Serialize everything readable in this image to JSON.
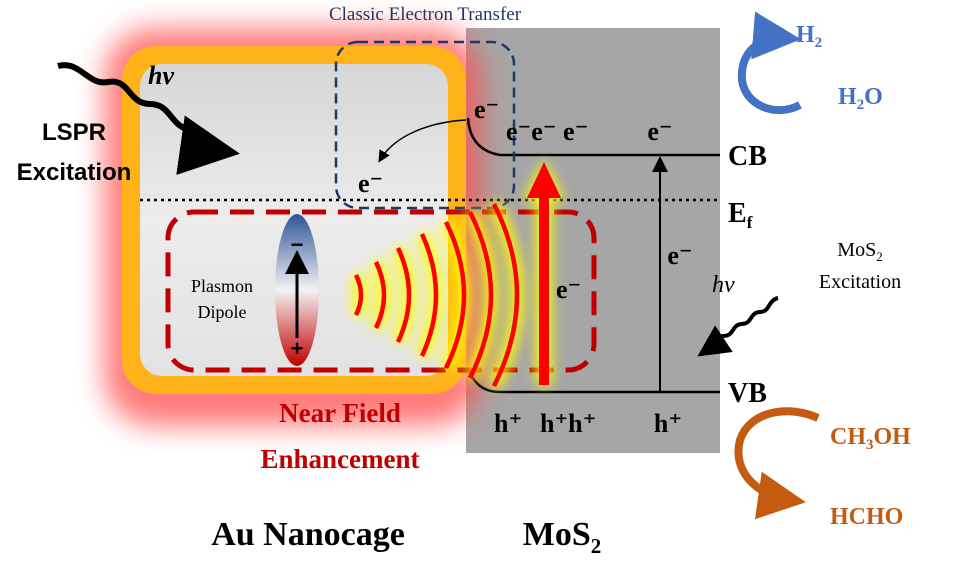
{
  "title": "Classic Electron Transfer",
  "colors": {
    "glow_red": "#ff5a5a",
    "frame_orange": "#ffb21a",
    "mos2_gray": "#a6a6a6",
    "dash_blue": "#1f3864",
    "dash_red": "#c00000",
    "arrow_red": "#ff0000",
    "h2_blue": "#4472c4",
    "methanol_orange": "#c55a11",
    "near_field_red": "#c00000"
  },
  "lspr": {
    "hv": "hv",
    "line1": "LSPR",
    "line2": "Excitation"
  },
  "plasmon": {
    "line1": "Plasmon",
    "line2": "Dipole",
    "minus": "−",
    "plus": "+"
  },
  "near_field": {
    "line1": "Near Field",
    "line2": "Enhancement"
  },
  "interface_labels": {
    "e_corner": "e⁻",
    "e_transfer": "e⁻",
    "e_near_field": "e⁻",
    "e_cb_group": "e⁻e⁻ e⁻",
    "h_left": "h⁺",
    "h_group": "h⁺h⁺"
  },
  "bands": {
    "cb": "CB",
    "vb": "VB",
    "ef": "E",
    "ef_sub": "f",
    "e_cb": "e⁻",
    "e_mid": "e⁻",
    "h_vb": "h⁺"
  },
  "mos2_excitation": {
    "hv": "hv",
    "line1_main": "MoS",
    "line1_sub": "2",
    "line2": "Excitation"
  },
  "h2_cycle": {
    "product_main": "H",
    "product_sub": "2",
    "reactant_main": "H",
    "reactant_sub": "2",
    "reactant_tail": "O"
  },
  "methanol_cycle": {
    "reactant_1": "CH",
    "reactant_sub": "3",
    "reactant_2": "OH",
    "product": "HCHO"
  },
  "bottom_labels": {
    "au": "Au Nanocage",
    "mos2_main": "MoS",
    "mos2_sub": "2"
  }
}
